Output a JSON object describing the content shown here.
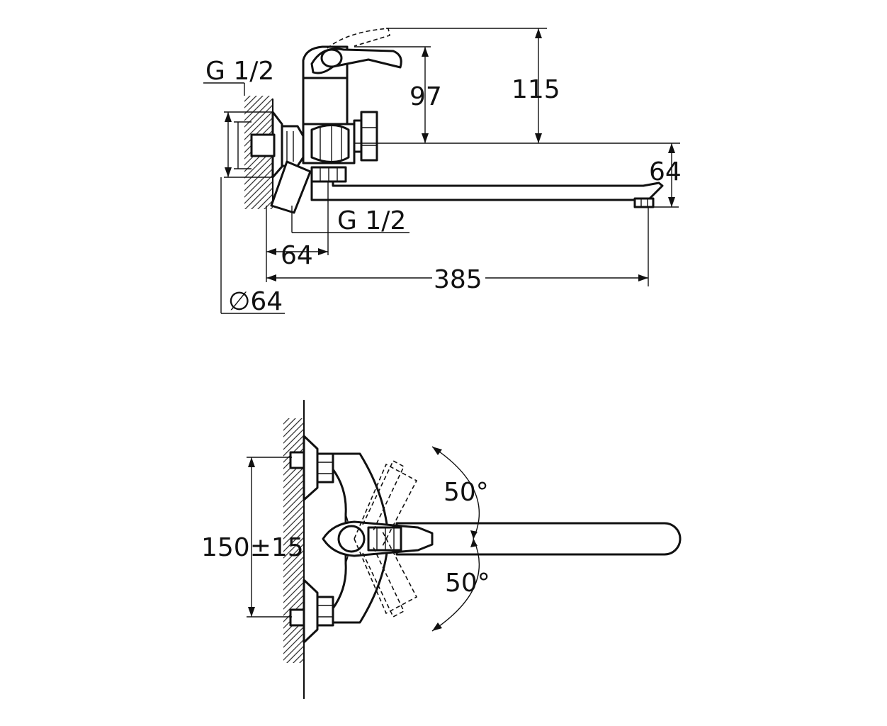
{
  "dimensions": {
    "inlet_thread_top": "G 1/2",
    "outlet_thread": "G 1/2",
    "height_97": "97",
    "height_115": "115",
    "spout_height": "64",
    "offset_64": "64",
    "spout_reach": "385",
    "flange_diameter": "∅64",
    "center_distance": "150±15",
    "swing_up": "50°",
    "swing_down": "50°"
  },
  "colors": {
    "line": "#111111",
    "background": "#ffffff"
  }
}
